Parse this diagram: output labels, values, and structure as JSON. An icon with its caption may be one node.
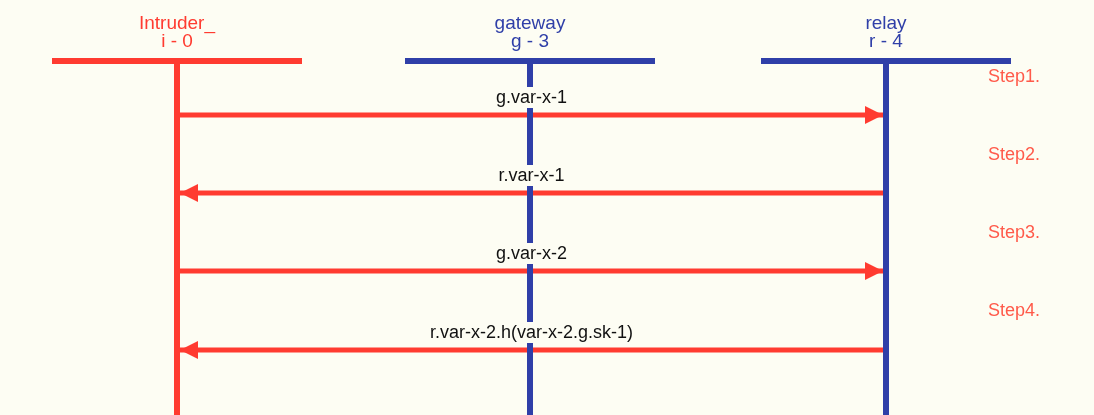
{
  "diagram": {
    "nodes": [
      {
        "text": [
          "Intruder_",
          "i - 0"
        ]
      },
      {
        "text": [
          "gateway",
          "g - 3"
        ]
      },
      {
        "text": [
          "relay",
          "r - 4"
        ]
      }
    ],
    "edges": [
      {
        "from": 0,
        "to": 2,
        "arrow": "to",
        "label": "g.var-x-1"
      },
      {
        "from": 2,
        "to": 0,
        "arrow": "to",
        "label": "r.var-x-1"
      },
      {
        "from": 0,
        "to": 2,
        "arrow": "to",
        "label": "g.var-x-2"
      },
      {
        "from": 2,
        "to": 0,
        "arrow": "to",
        "label": "r.var-x-2.h(var-x-2.g.sk-1)"
      }
    ],
    "labels": [
      "Step1.",
      "Step2.",
      "Step3.",
      "Step4."
    ]
  }
}
